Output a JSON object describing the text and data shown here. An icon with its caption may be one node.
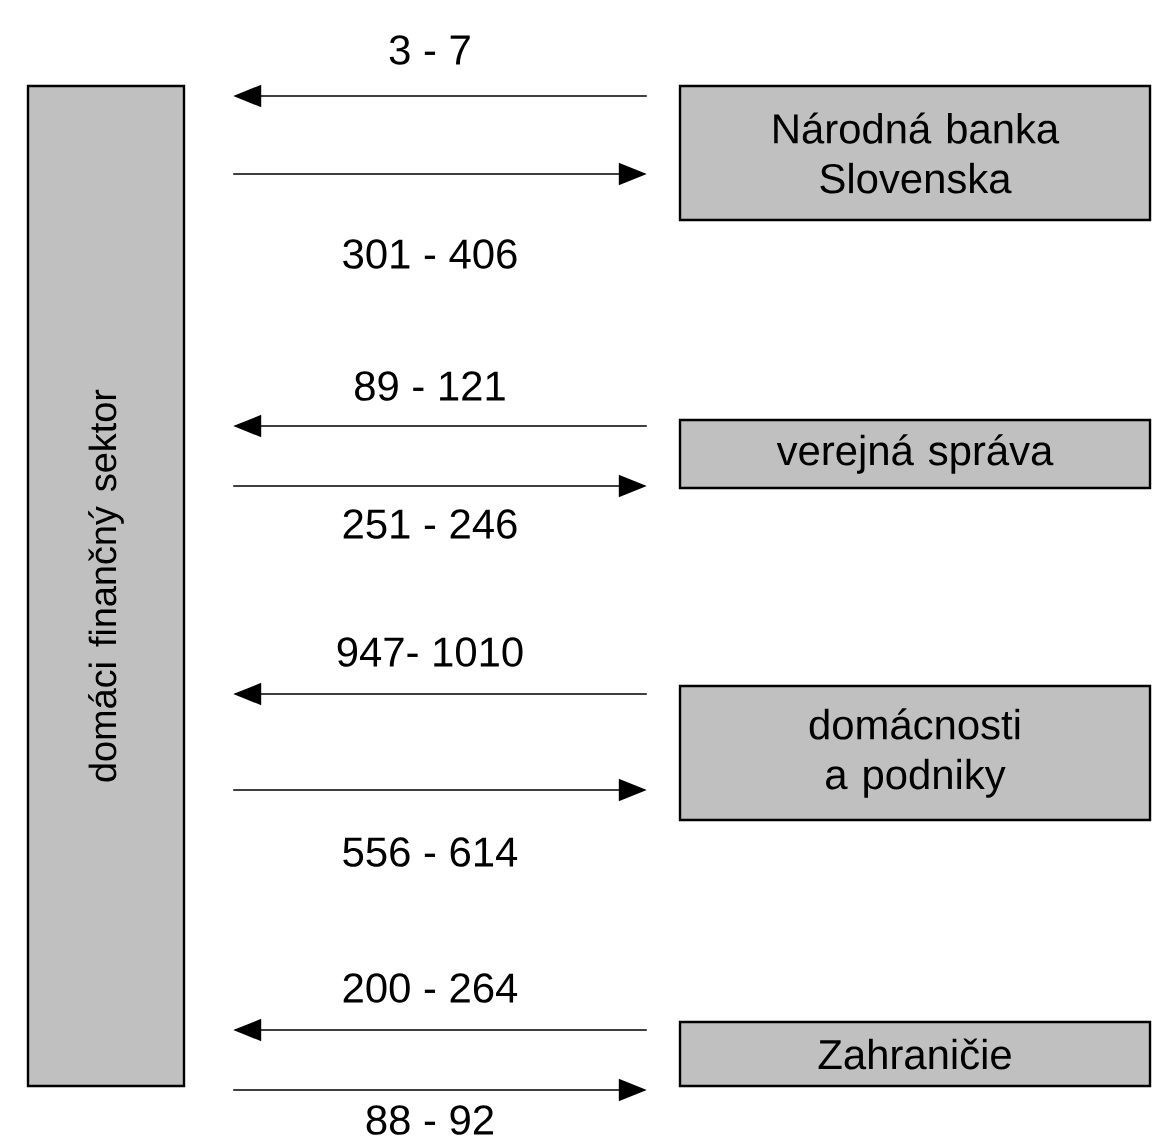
{
  "diagram": {
    "nodes": [
      {
        "text": [
          "domáci finančný sektor"
        ]
      },
      {
        "text": [
          "Národná banka Slovenska"
        ]
      },
      {
        "text": [
          "verejná správa"
        ]
      },
      {
        "text": [
          "domácnosti a podniky"
        ]
      },
      {
        "text": [
          "Zahraničie"
        ]
      }
    ],
    "edges": [
      {
        "from": 1,
        "to": 0,
        "arrow": "to",
        "label": "3 - 7"
      },
      {
        "from": 0,
        "to": 1,
        "arrow": "to",
        "label": "301 - 406"
      },
      {
        "from": 2,
        "to": 0,
        "arrow": "to",
        "label": "89 - 121"
      },
      {
        "from": 0,
        "to": 2,
        "arrow": "to",
        "label": "251 - 246"
      },
      {
        "from": 3,
        "to": 0,
        "arrow": "to",
        "label": "947- 1010"
      },
      {
        "from": 0,
        "to": 3,
        "arrow": "to",
        "label": "556 - 614"
      },
      {
        "from": 4,
        "to": 0,
        "arrow": "to",
        "label": "200 - 264"
      },
      {
        "from": 0,
        "to": 4,
        "arrow": "to",
        "label": "88 - 92"
      }
    ]
  }
}
